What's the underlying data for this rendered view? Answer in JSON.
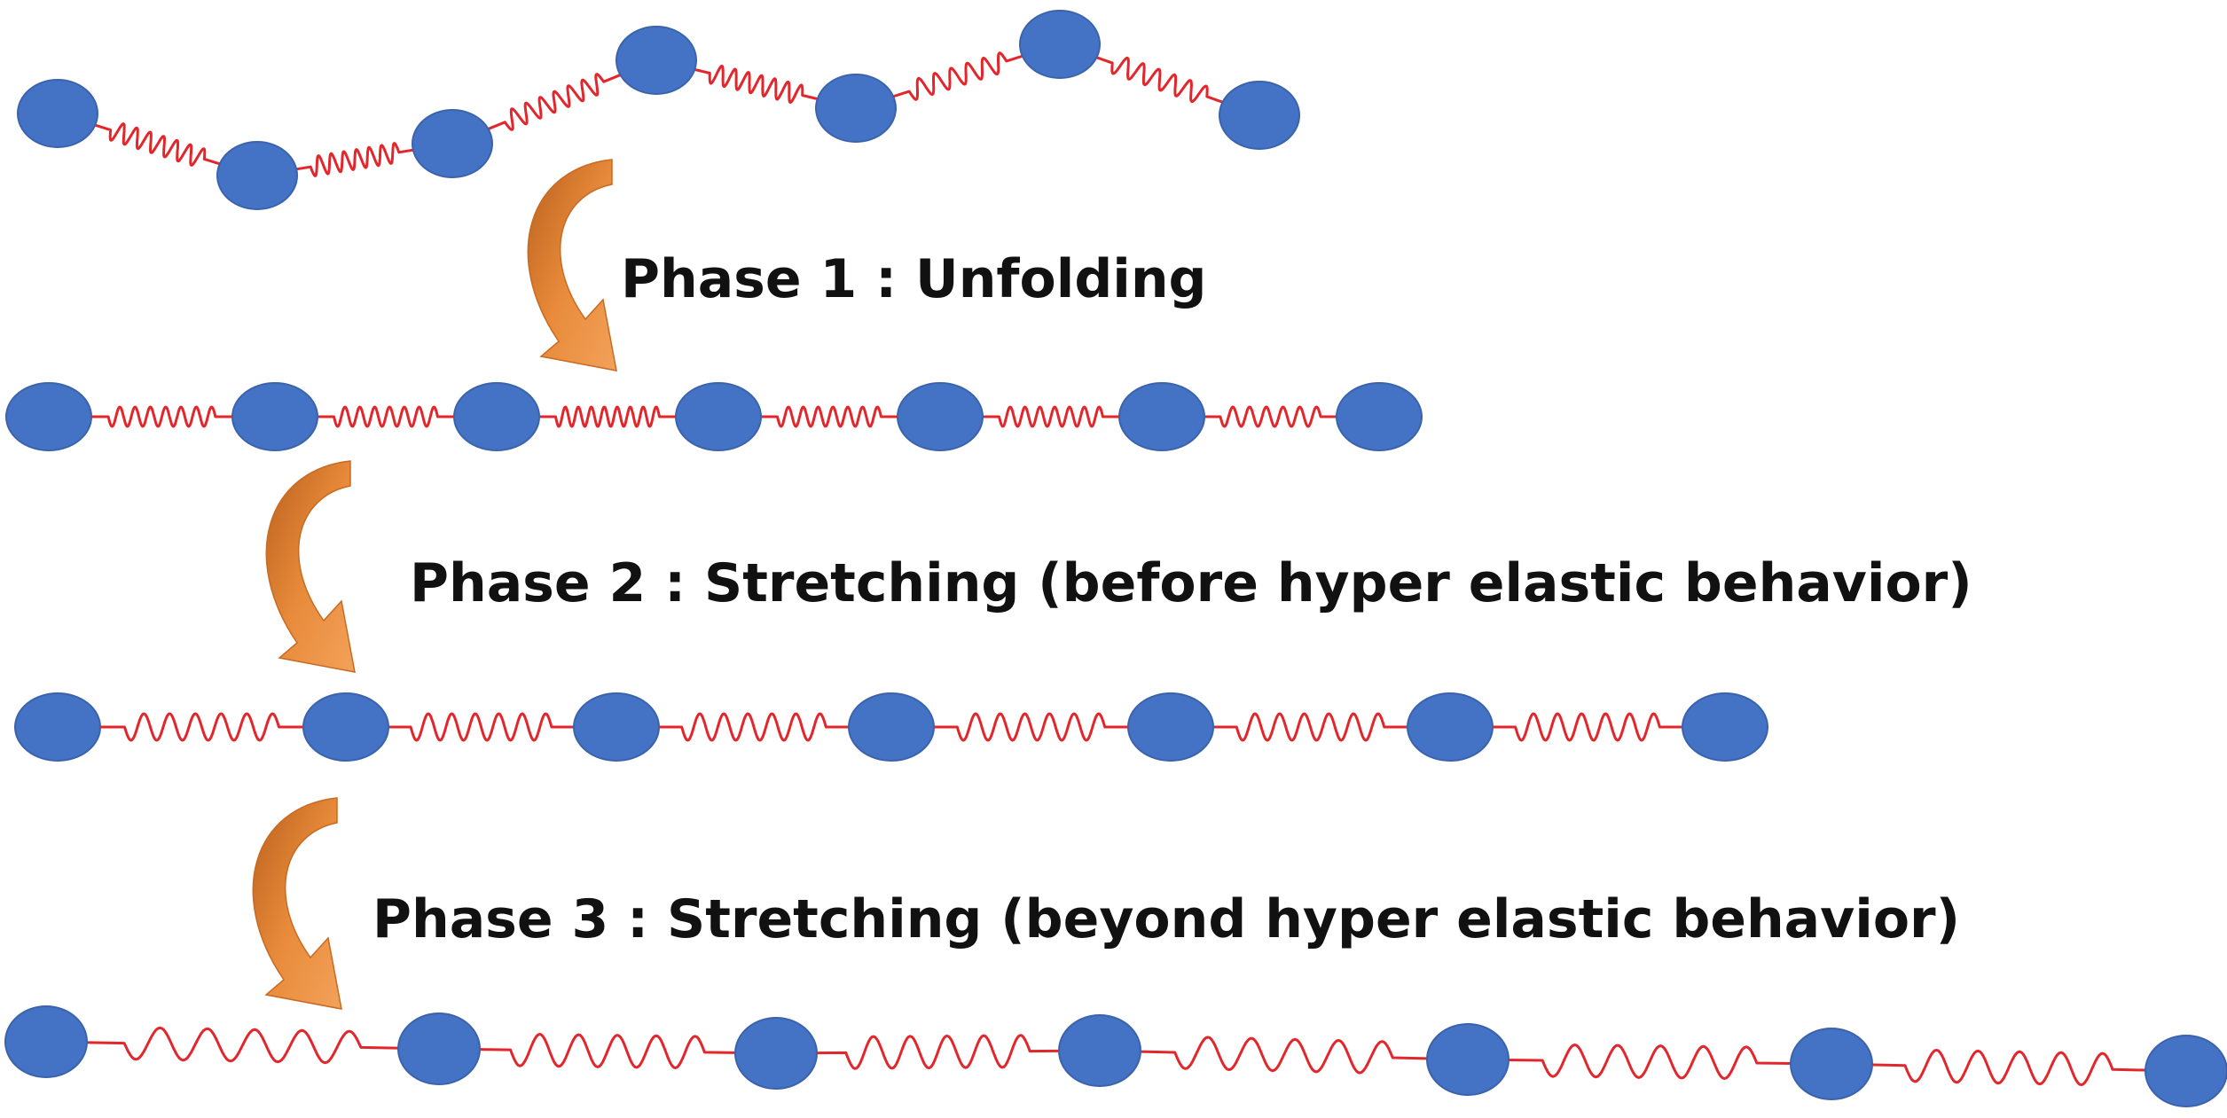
{
  "labels": {
    "phase1": "Phase 1 : Unfolding",
    "phase2": "Phase 2 : Stretching (before hyper elastic behavior)",
    "phase3": "Phase 3 : Stretching (beyond hyper elastic behavior)"
  },
  "colors": {
    "bead": "#4472C4",
    "bead_stroke": "#3A63AC",
    "spring": "#E3262B",
    "arrow": "#D9772E",
    "arrow_light": "#F0A057",
    "label": "#111111"
  },
  "chains": [
    {
      "name": "folded-chain",
      "bead_count": 7
    },
    {
      "name": "unfolded-chain",
      "bead_count": 7
    },
    {
      "name": "stretched-chain-phase2",
      "bead_count": 7
    },
    {
      "name": "stretched-chain-phase3",
      "bead_count": 7
    }
  ]
}
